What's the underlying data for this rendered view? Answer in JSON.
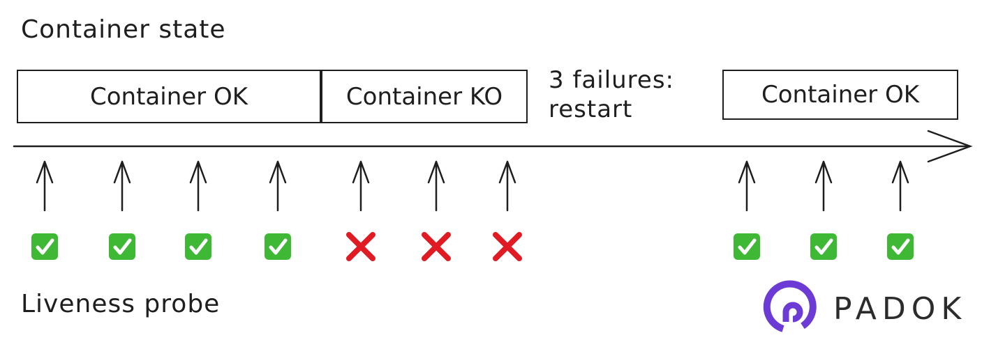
{
  "headings": {
    "container_state": "Container state",
    "liveness_probe": "Liveness probe"
  },
  "states": [
    {
      "label": "Container OK"
    },
    {
      "label": "Container KO"
    },
    {
      "label": "Container OK"
    }
  ],
  "restart_note": [
    "3 failures:",
    "restart"
  ],
  "probes": [
    {
      "result": "ok",
      "icon": "check-mark-icon"
    },
    {
      "result": "ok",
      "icon": "check-mark-icon"
    },
    {
      "result": "ok",
      "icon": "check-mark-icon"
    },
    {
      "result": "ok",
      "icon": "check-mark-icon"
    },
    {
      "result": "fail",
      "icon": "cross-mark-icon"
    },
    {
      "result": "fail",
      "icon": "cross-mark-icon"
    },
    {
      "result": "fail",
      "icon": "cross-mark-icon"
    },
    {
      "result": "ok",
      "icon": "check-mark-icon"
    },
    {
      "result": "ok",
      "icon": "check-mark-icon"
    },
    {
      "result": "ok",
      "icon": "check-mark-icon"
    }
  ],
  "brand": {
    "name": "PADOK",
    "logo_color": "#6c3bd6"
  },
  "colors": {
    "ok": "#3fb935",
    "fail": "#e01b24",
    "stroke": "#1e1e1e"
  }
}
